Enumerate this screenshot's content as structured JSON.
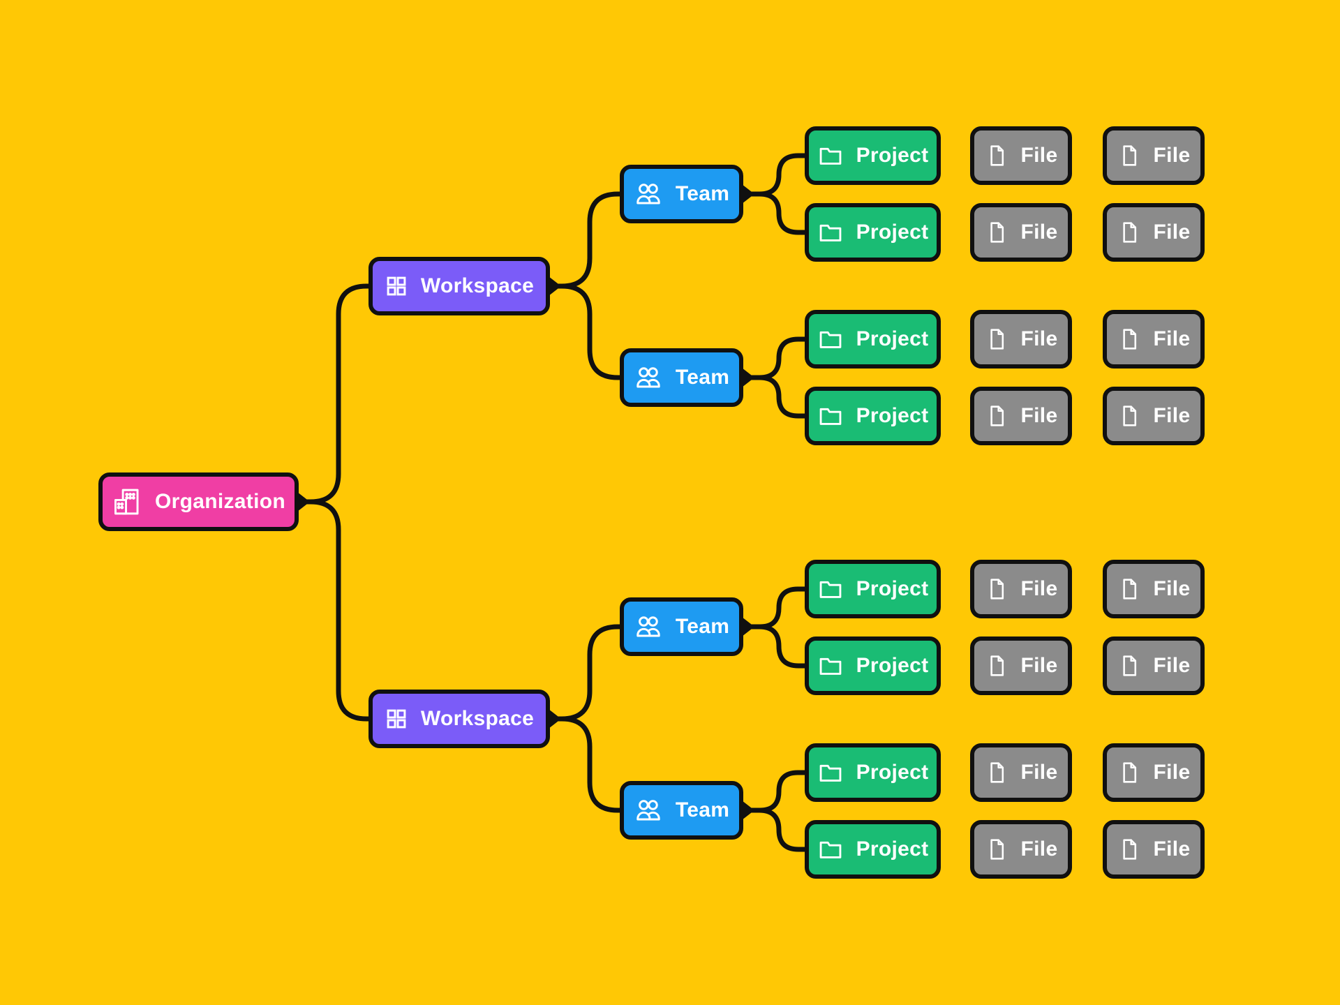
{
  "canvas": {
    "background_color": "#FFC805",
    "line_color": "#101010",
    "text_color": "#FFFFFF"
  },
  "node_types": {
    "organization": {
      "label": "Organization",
      "icon": "building-icon",
      "color": "#F03EA4"
    },
    "workspace": {
      "label": "Workspace",
      "icon": "grid-icon",
      "color": "#7B5CF8"
    },
    "team": {
      "label": "Team",
      "icon": "users-icon",
      "color": "#1E9BF2"
    },
    "project": {
      "label": "Project",
      "icon": "folder-icon",
      "color": "#1ABC74"
    },
    "file": {
      "label": "File",
      "icon": "file-icon",
      "color": "#8B8B8B"
    }
  },
  "nodes": [
    {
      "id": "organization",
      "type": "organization"
    },
    {
      "id": "workspace-1",
      "type": "workspace"
    },
    {
      "id": "workspace-2",
      "type": "workspace"
    },
    {
      "id": "team-1",
      "type": "team"
    },
    {
      "id": "team-2",
      "type": "team"
    },
    {
      "id": "team-3",
      "type": "team"
    },
    {
      "id": "team-4",
      "type": "team"
    },
    {
      "id": "project-1",
      "type": "project"
    },
    {
      "id": "project-2",
      "type": "project"
    },
    {
      "id": "project-3",
      "type": "project"
    },
    {
      "id": "project-4",
      "type": "project"
    },
    {
      "id": "project-5",
      "type": "project"
    },
    {
      "id": "project-6",
      "type": "project"
    },
    {
      "id": "project-7",
      "type": "project"
    },
    {
      "id": "project-8",
      "type": "project"
    },
    {
      "id": "file-1",
      "type": "file"
    },
    {
      "id": "file-2",
      "type": "file"
    },
    {
      "id": "file-3",
      "type": "file"
    },
    {
      "id": "file-4",
      "type": "file"
    },
    {
      "id": "file-5",
      "type": "file"
    },
    {
      "id": "file-6",
      "type": "file"
    },
    {
      "id": "file-7",
      "type": "file"
    },
    {
      "id": "file-8",
      "type": "file"
    },
    {
      "id": "file-9",
      "type": "file"
    },
    {
      "id": "file-10",
      "type": "file"
    },
    {
      "id": "file-11",
      "type": "file"
    },
    {
      "id": "file-12",
      "type": "file"
    },
    {
      "id": "file-13",
      "type": "file"
    },
    {
      "id": "file-14",
      "type": "file"
    },
    {
      "id": "file-15",
      "type": "file"
    },
    {
      "id": "file-16",
      "type": "file"
    }
  ],
  "edges": [
    {
      "from": "organization",
      "to": "workspace-1"
    },
    {
      "from": "organization",
      "to": "workspace-2"
    },
    {
      "from": "workspace-1",
      "to": "team-1"
    },
    {
      "from": "workspace-1",
      "to": "team-2"
    },
    {
      "from": "workspace-2",
      "to": "team-3"
    },
    {
      "from": "workspace-2",
      "to": "team-4"
    },
    {
      "from": "team-1",
      "to": "project-1"
    },
    {
      "from": "team-1",
      "to": "project-2"
    },
    {
      "from": "team-2",
      "to": "project-3"
    },
    {
      "from": "team-2",
      "to": "project-4"
    },
    {
      "from": "team-3",
      "to": "project-5"
    },
    {
      "from": "team-3",
      "to": "project-6"
    },
    {
      "from": "team-4",
      "to": "project-7"
    },
    {
      "from": "team-4",
      "to": "project-8"
    }
  ]
}
